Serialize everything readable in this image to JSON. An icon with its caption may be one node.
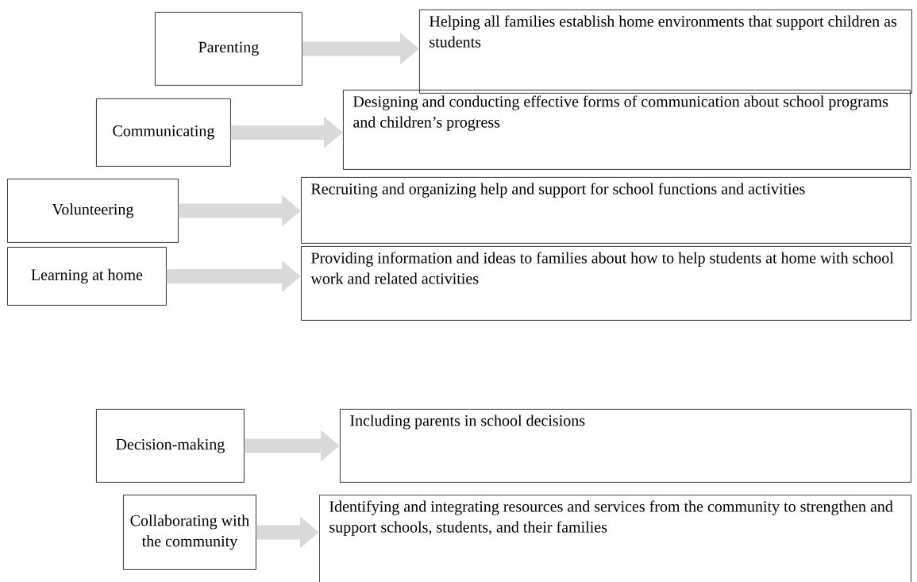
{
  "diagram": {
    "nodes": [
      {
        "text": [
          "Parenting"
        ]
      },
      {
        "text": [
          "Helping all families establish home environments that support children as students"
        ]
      },
      {
        "text": [
          "Communicating"
        ]
      },
      {
        "text": [
          "Designing and conducting effective forms of communication about school programs and children’s progress"
        ]
      },
      {
        "text": [
          "Volunteering"
        ]
      },
      {
        "text": [
          "Recruiting and organizing help and support for school functions and activities"
        ]
      },
      {
        "text": [
          "Learning at home"
        ]
      },
      {
        "text": [
          "Providing information and ideas to families about how to help students at home with school work and related activities"
        ]
      },
      {
        "text": [
          "Decision-making"
        ]
      },
      {
        "text": [
          "Including parents in school decisions"
        ]
      },
      {
        "text": [
          "Collaborating with the community"
        ]
      },
      {
        "text": [
          "Identifying and integrating resources and services from the community to strengthen and support schools, students, and their families"
        ]
      }
    ],
    "edges": [
      {
        "from": 0,
        "to": 1,
        "arrow": "to"
      },
      {
        "from": 2,
        "to": 3,
        "arrow": "to"
      },
      {
        "from": 4,
        "to": 5,
        "arrow": "to"
      },
      {
        "from": 6,
        "to": 7,
        "arrow": "to"
      },
      {
        "from": 8,
        "to": 9,
        "arrow": "to"
      },
      {
        "from": 10,
        "to": 11,
        "arrow": "to"
      }
    ]
  }
}
